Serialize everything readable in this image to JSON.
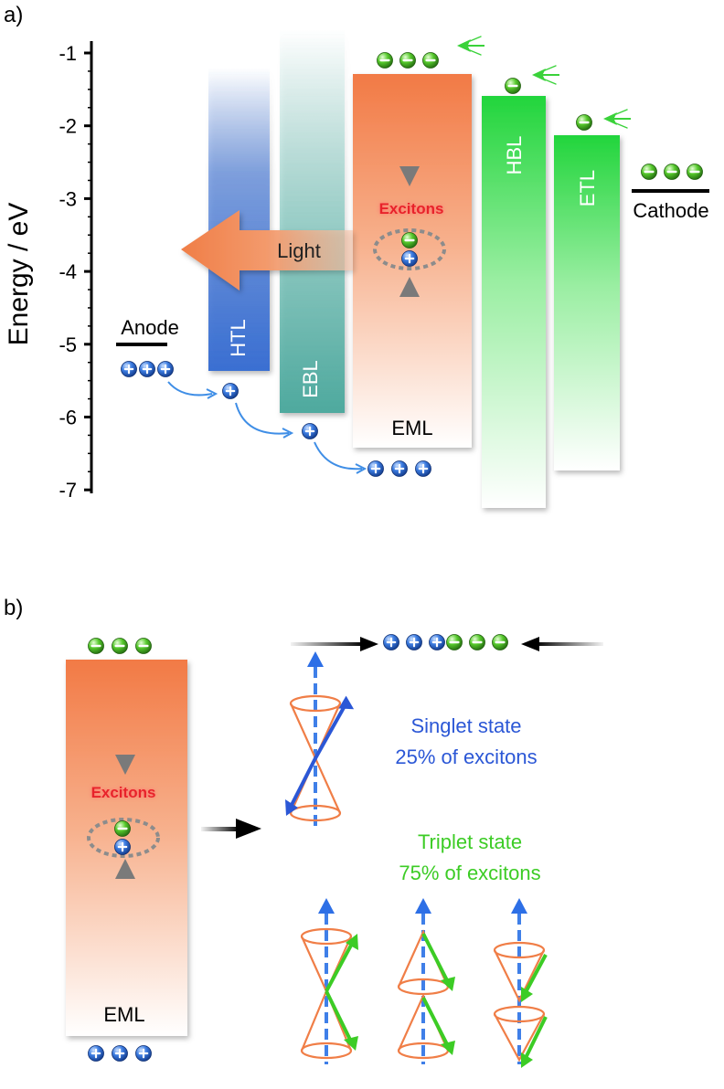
{
  "panel_a": {
    "label": "a)",
    "y_axis": {
      "label": "Energy / eV",
      "ticks": [
        "-1",
        "-2",
        "-3",
        "-4",
        "-5",
        "-6",
        "-7"
      ]
    },
    "layers": [
      {
        "name": "HTL",
        "top_eV": -1.2,
        "bottom_eV": -5.4,
        "color": "#3f73d4"
      },
      {
        "name": "EBL",
        "top_eV": -0.7,
        "bottom_eV": -5.9,
        "color": "#5fb8ad"
      },
      {
        "name": "EML",
        "top_eV": -1.3,
        "bottom_eV": -6.4,
        "color": "#f2834f"
      },
      {
        "name": "HBL",
        "top_eV": -1.6,
        "bottom_eV": -7.2,
        "color": "#2fd74a"
      },
      {
        "name": "ETL",
        "top_eV": -2.15,
        "bottom_eV": -6.7,
        "color": "#2fd74a"
      }
    ],
    "electrodes": {
      "anode": "Anode",
      "cathode": "Cathode"
    },
    "labels": {
      "light": "Light",
      "excitons": "Excitons",
      "eml": "EML"
    },
    "colors": {
      "hole": "#2f6fd8",
      "electron": "#49c42a",
      "excitons": "#e8202a"
    }
  },
  "panel_b": {
    "label": "b)",
    "labels": {
      "excitons": "Excitons",
      "eml": "EML"
    },
    "singlet": {
      "title": "Singlet state",
      "percent": "25% of excitons",
      "color": "#2b57d6"
    },
    "triplet": {
      "title": "Triplet state",
      "percent": "75% of excitons",
      "color": "#3ccc25"
    }
  }
}
